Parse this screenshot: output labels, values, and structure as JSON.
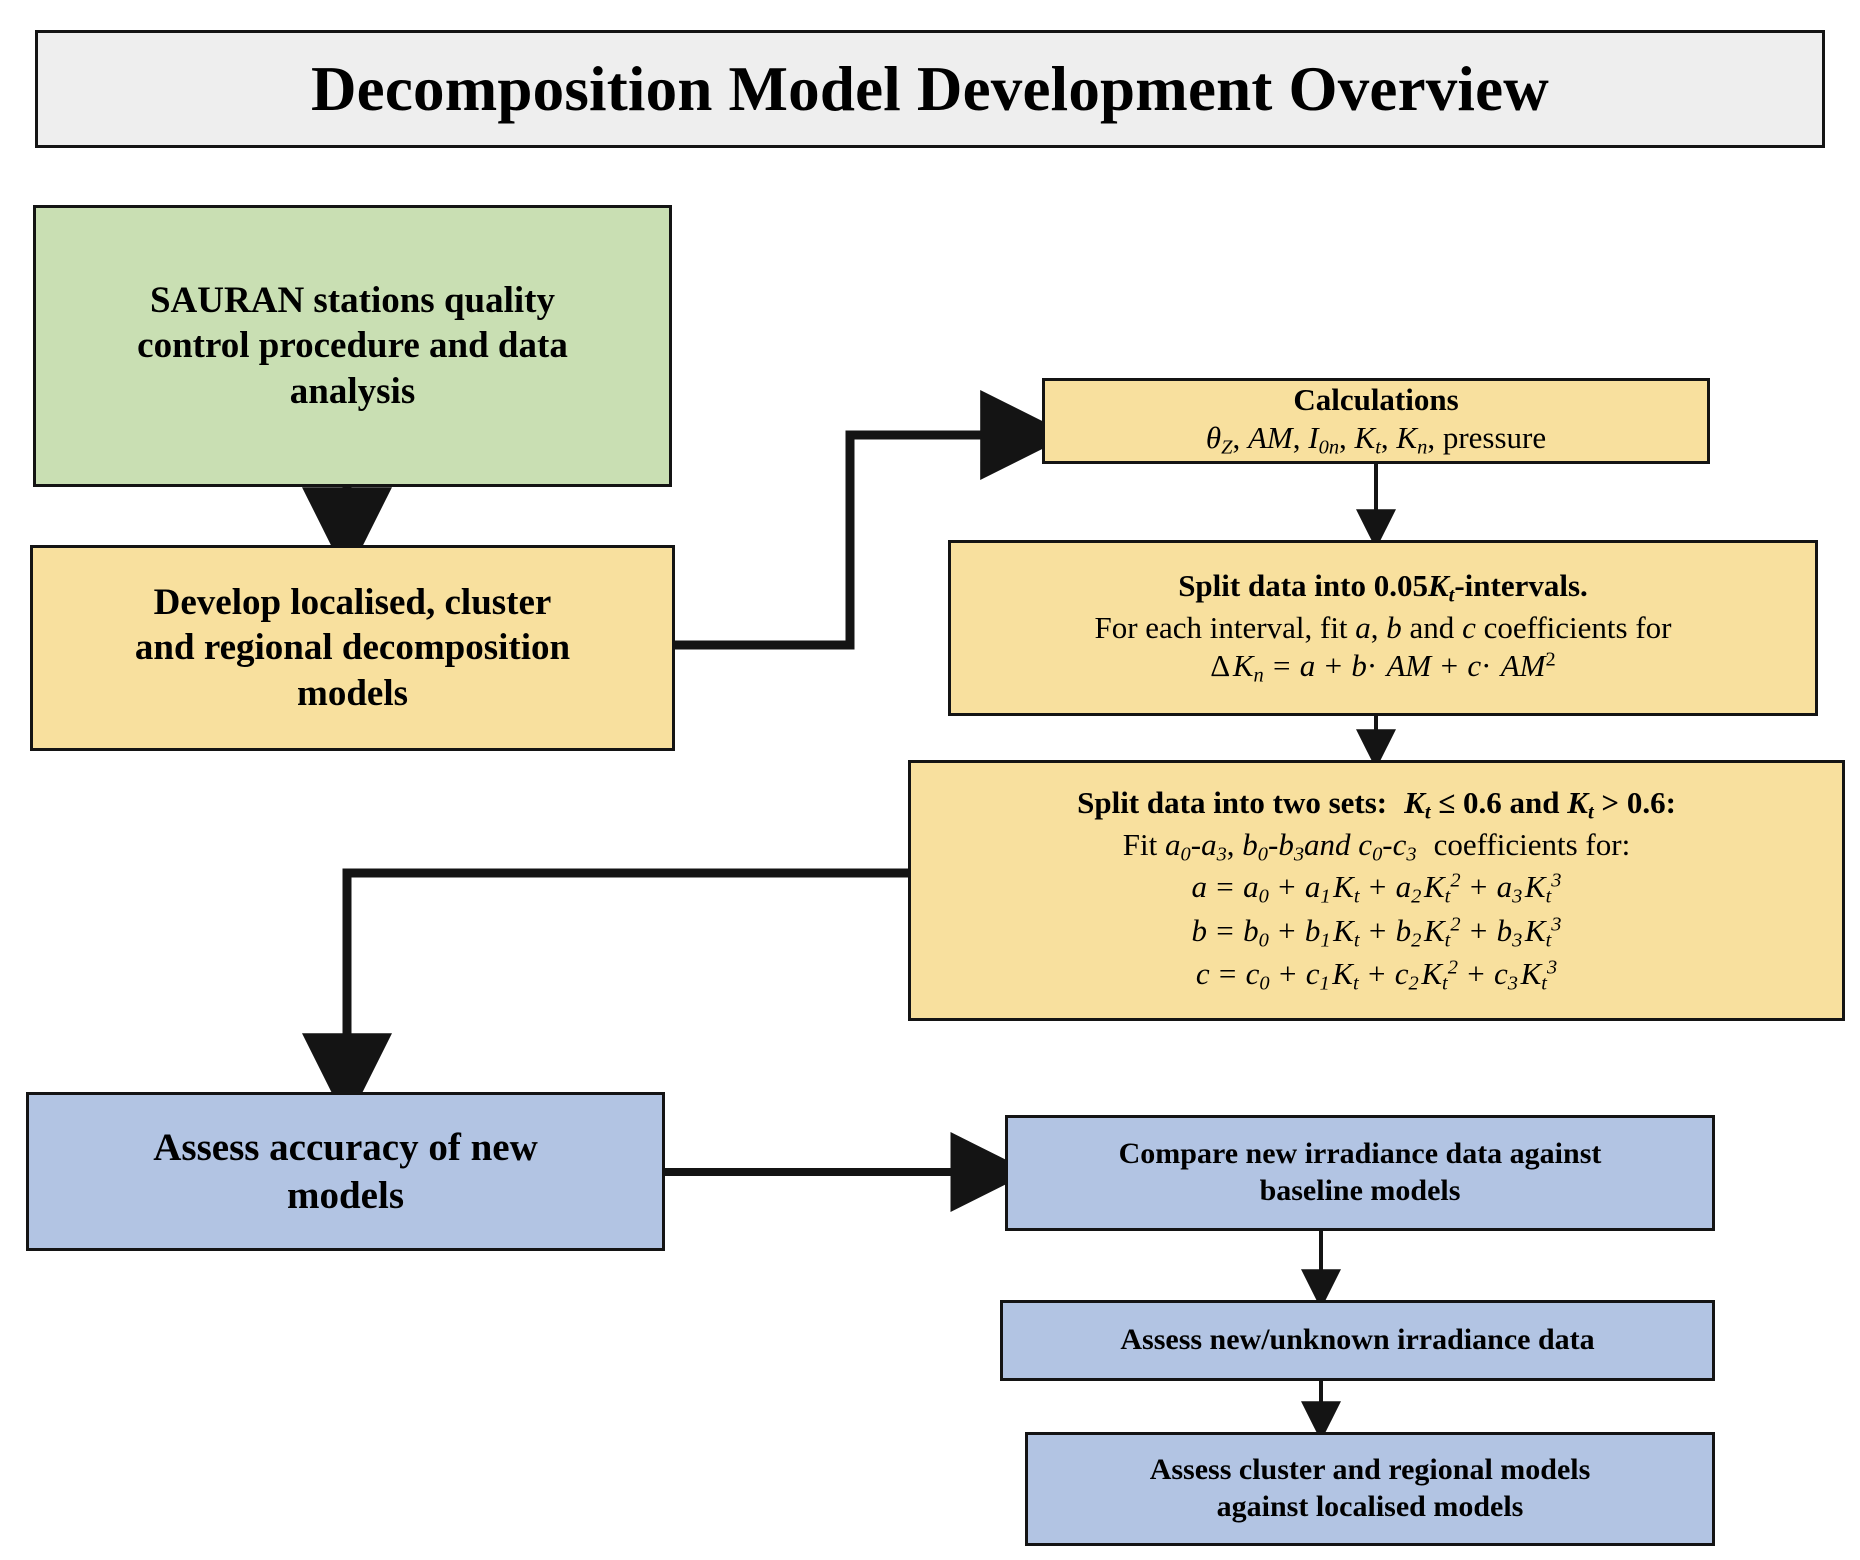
{
  "title": {
    "text": "Decomposition Model Development Overview"
  },
  "nodes": {
    "sauran": {
      "color": "#c9dfb3",
      "lines": [
        "SAURAN stations quality",
        "control procedure and data",
        "analysis"
      ]
    },
    "develop": {
      "color": "#f8e09e",
      "lines": [
        "Develop localised, cluster",
        "and regional decomposition",
        "models"
      ]
    },
    "calculations": {
      "color": "#f8e09e",
      "title": "Calculations",
      "math": "θZ, AM, I0n, Kt, Kn, pressure"
    },
    "split_intervals": {
      "color": "#f8e09e",
      "title": "Split data into 0.05Kt-intervals.",
      "subtitle": "For each interval, fit a, b and c coefficients for",
      "math": "Δ Kn = a + b · AM + c · AM²"
    },
    "split_sets": {
      "color": "#f8e09e",
      "title": "Split data into two sets:  Kt ≤ 0.6 and Kt > 0.6:",
      "subtitle": "Fit a0-a3, b0-b3 and c0-c3  coefficients for:",
      "eq_a": "a = a0 + a1 Kt + a2 Kt² + a3 Kt³",
      "eq_b": "b = b0 + b1 Kt + b2 Kt² + b3 Kt³",
      "eq_c": "c = c0 + c1 Kt + c2 Kt² + c3 Kt³"
    },
    "assess_accuracy": {
      "color": "#b2c4e3",
      "lines": [
        "Assess accuracy of new",
        "models"
      ]
    },
    "compare_baseline": {
      "color": "#b2c4e3",
      "lines": [
        "Compare new irradiance data against",
        "baseline models"
      ]
    },
    "assess_new": {
      "color": "#b2c4e3",
      "lines": [
        "Assess new/unknown irradiance data"
      ]
    },
    "assess_cluster": {
      "color": "#b2c4e3",
      "lines": [
        "Assess cluster and regional models",
        "against localised models"
      ]
    }
  },
  "connectors": [
    {
      "name": "sauran-to-develop",
      "style": "thick",
      "kind": "vertical-arrow"
    },
    {
      "name": "develop-to-calculations",
      "style": "thick",
      "kind": "elbow-right-up-arrow"
    },
    {
      "name": "calculations-to-split-intervals",
      "style": "thin",
      "kind": "vertical-arrow"
    },
    {
      "name": "split-intervals-to-split-sets",
      "style": "thin",
      "kind": "vertical-arrow"
    },
    {
      "name": "split-sets-to-assess-accuracy",
      "style": "thick",
      "kind": "elbow-left-down-arrow"
    },
    {
      "name": "assess-accuracy-to-compare-baseline",
      "style": "thick",
      "kind": "horizontal-arrow"
    },
    {
      "name": "compare-baseline-to-assess-new",
      "style": "thin",
      "kind": "vertical-arrow"
    },
    {
      "name": "assess-new-to-assess-cluster",
      "style": "thin",
      "kind": "vertical-arrow"
    }
  ],
  "palette": {
    "green": "#c9dfb3",
    "yellow": "#f8e09e",
    "blue": "#b2c4e3",
    "title_bg": "#eeeeee",
    "stroke": "#141414"
  }
}
